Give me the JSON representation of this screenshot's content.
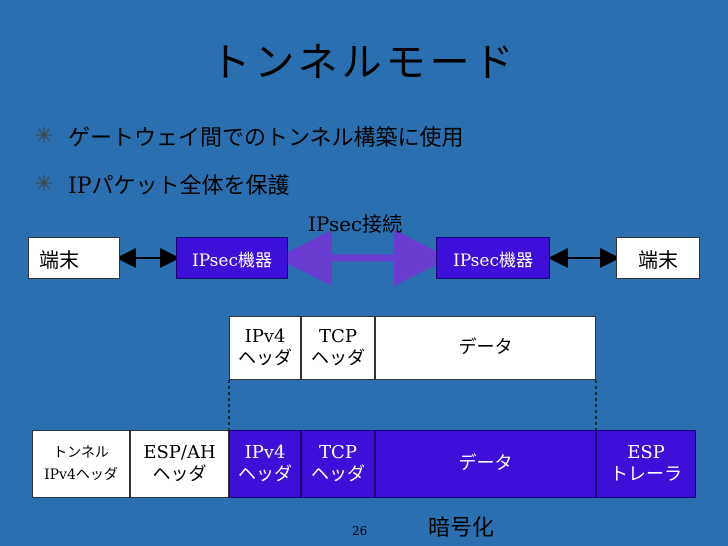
{
  "slide": {
    "title": "トンネルモード",
    "bullets": [
      "ゲートウェイ間でのトンネル構築に使用",
      "IPパケット全体を保護"
    ],
    "page_number": "26"
  },
  "topology": {
    "terminal_left": "端末",
    "ipsec_device_left": "IPsec機器",
    "connection_label": "IPsec接続",
    "ipsec_device_right": "IPsec機器",
    "terminal_right": "端末"
  },
  "original_packet": {
    "ipv4_line1": "IPv4",
    "ipv4_line2": "ヘッダ",
    "tcp_line1": "TCP",
    "tcp_line2": "ヘッダ",
    "data": "データ"
  },
  "tunneled_packet": {
    "tunnel_line1": "トンネル",
    "tunnel_line2": "IPv4ヘッダ",
    "esp_ah_line1": "ESP/AH",
    "esp_ah_line2": "ヘッダ",
    "ipv4_line1": "IPv4",
    "ipv4_line2": "ヘッダ",
    "tcp_line1": "TCP",
    "tcp_line2": "ヘッダ",
    "data": "データ",
    "esp_line1": "ESP",
    "esp_line2": "トレーラ"
  },
  "encryption_label": "暗号化",
  "colors": {
    "background": "#2a6fb0",
    "encrypted": "#3d0fd8",
    "arrow": "#6a3cd0"
  }
}
